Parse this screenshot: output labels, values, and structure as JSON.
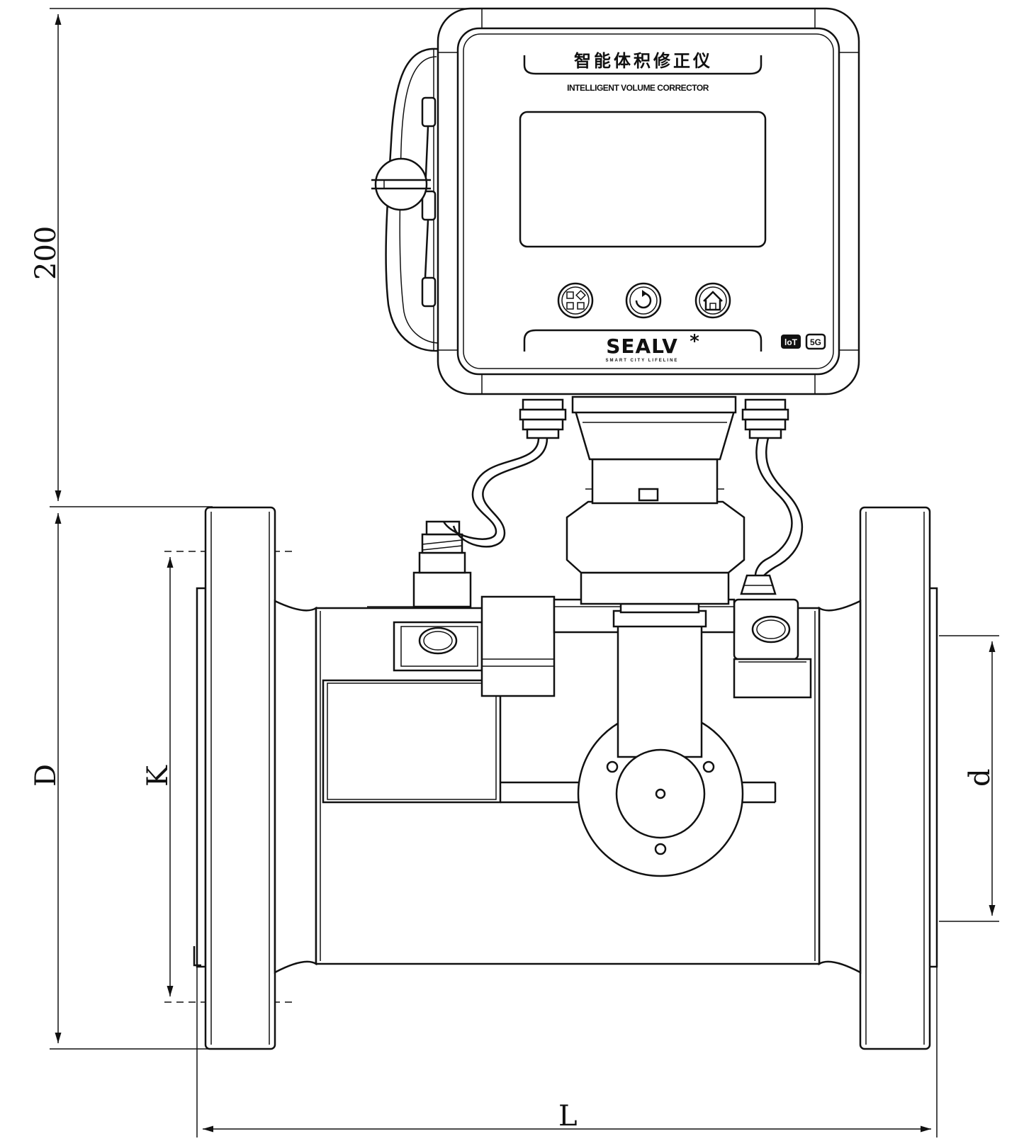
{
  "device": {
    "title_cn": "智能体积修正仪",
    "title_en": "INTELLIGENT VOLUME CORRECTOR",
    "brand": "SEALV",
    "brand_mark": "*",
    "tagline": "SMART CITY LIFELINE",
    "badge_1": "loT",
    "badge_2": "5G"
  },
  "dimensions": {
    "height": "200",
    "flange_diameter": "D",
    "bolt_circle": "K",
    "bore": "d",
    "length": "L"
  },
  "buttons": [
    {
      "icon": "grid-menu-icon"
    },
    {
      "icon": "refresh-icon"
    },
    {
      "icon": "home-icon"
    }
  ]
}
